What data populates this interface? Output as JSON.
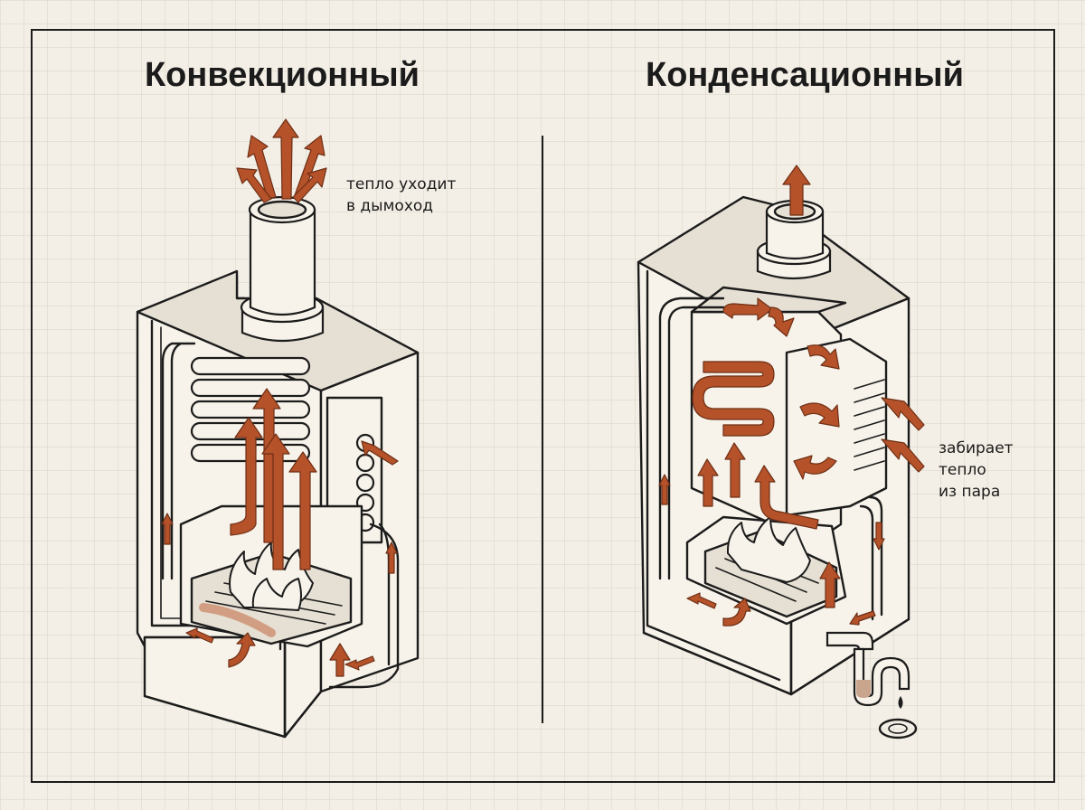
{
  "left_panel": {
    "title": "Конвекционный",
    "annotation_line1": "тепло уходит",
    "annotation_line2": "в дымоход"
  },
  "right_panel": {
    "title": "Конденсационный",
    "annotation_line1": "забирает",
    "annotation_line2": "тепло",
    "annotation_line3": "из пара"
  },
  "colors": {
    "background": "#f4efe6",
    "grid": "#d9d3c7",
    "ink": "#1c1c1c",
    "heat_arrow": "#b5522a"
  }
}
